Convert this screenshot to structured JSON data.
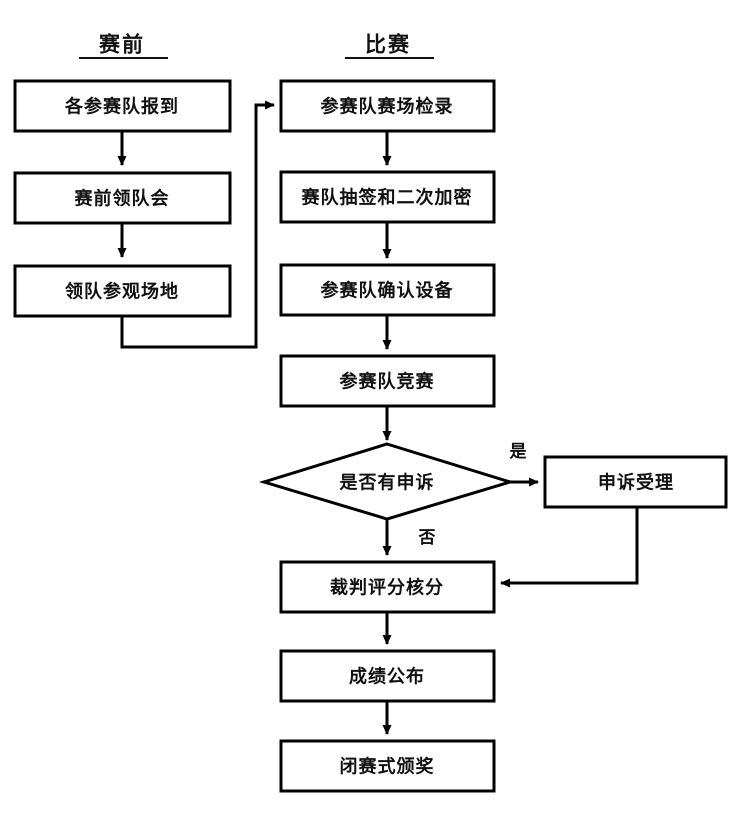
{
  "diagram": {
    "title_present": false,
    "headings": [
      {
        "id": "heading-pre-race",
        "label": "赛前"
      },
      {
        "id": "heading-race",
        "label": "比赛"
      }
    ],
    "nodes": [
      {
        "id": "node-team-checkin",
        "label": "各参赛队报到",
        "shape": "rect"
      },
      {
        "id": "node-leader-meeting",
        "label": "赛前领队会",
        "shape": "rect"
      },
      {
        "id": "node-leader-venue",
        "label": "领队参观场地",
        "shape": "rect"
      },
      {
        "id": "node-venue-checkin",
        "label": "参赛队赛场检录",
        "shape": "rect"
      },
      {
        "id": "node-draw-encrypt",
        "label": "赛队抽签和二次加密",
        "shape": "rect"
      },
      {
        "id": "node-confirm-equip",
        "label": "参赛队确认设备",
        "shape": "rect"
      },
      {
        "id": "node-competition",
        "label": "参赛队竞赛",
        "shape": "rect"
      },
      {
        "id": "node-appeal-decision",
        "label": "是否有申诉",
        "shape": "diamond"
      },
      {
        "id": "node-appeal-handling",
        "label": "申诉受理",
        "shape": "rect"
      },
      {
        "id": "node-scoring",
        "label": "裁判评分核分",
        "shape": "rect"
      },
      {
        "id": "node-results",
        "label": "成绩公布",
        "shape": "rect"
      },
      {
        "id": "node-closing-ceremony",
        "label": "闭赛式颁奖",
        "shape": "rect"
      }
    ],
    "edge_labels": [
      {
        "id": "edge-label-yes",
        "label": "是"
      },
      {
        "id": "edge-label-no",
        "label": "否"
      }
    ],
    "colors": {
      "stroke": "#000000",
      "fill": "#ffffff",
      "text": "#111111"
    }
  }
}
